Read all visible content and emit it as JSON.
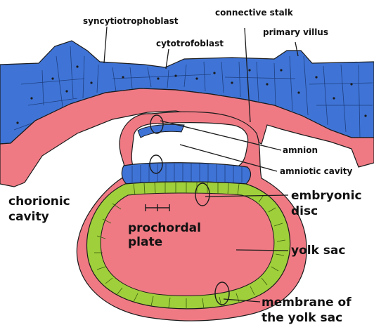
{
  "colors": {
    "trophoblast_blue": "#3f74d6",
    "mesoderm_pink": "#ef7a84",
    "endoderm_green": "#9fcf3a",
    "amniotic_cavity": "#ffffff",
    "outline": "#1b1b1b"
  },
  "labels": {
    "syncytiotrophoblast": "syncytiotrophoblast",
    "connective_stalk": "connective stalk",
    "primary_villus": "primary villus",
    "cytotrofoblast": "cytotrofoblast",
    "amnion": "amnion",
    "amniotic_cavity": "amniotic cavity",
    "chorionic_cavity_line1": "chorionic",
    "chorionic_cavity_line2": "cavity",
    "embryonic_disc_line1": "embryonic",
    "embryonic_disc_line2": "disc",
    "prochordal_plate_line1": "prochordal",
    "prochordal_plate_line2": "plate",
    "yolk_sac": "yolk sac",
    "membrane_line1": "membrane of",
    "membrane_line2": "the yolk sac"
  }
}
